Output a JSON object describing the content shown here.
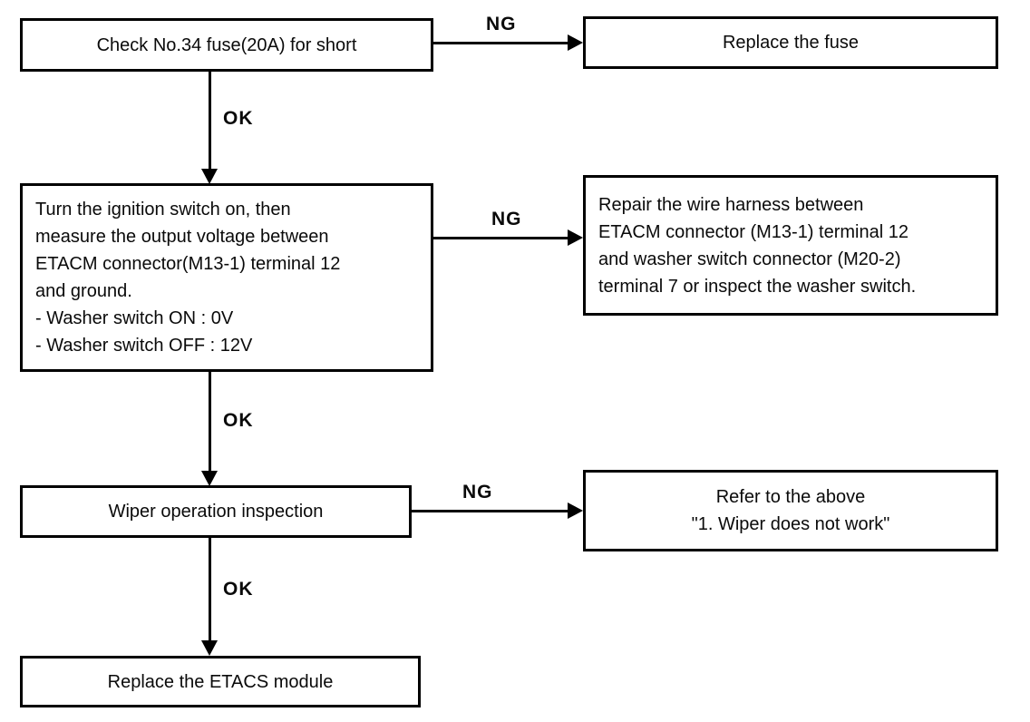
{
  "flowchart": {
    "type": "troubleshooting-flowchart",
    "colors": {
      "background": "#ffffff",
      "line": "#000000",
      "box_fill": "#ffffff",
      "text": "#0a0a0a"
    },
    "left_column": [
      {
        "id": "check-fuse",
        "text": "Check No.34 fuse(20A) for short"
      },
      {
        "id": "measure-voltage",
        "text": "Turn the ignition switch on, then\nmeasure the output voltage between\nETACM connector(M13-1) terminal 12\nand ground.\n- Washer switch ON : 0V\n- Washer switch OFF : 12V"
      },
      {
        "id": "wiper-inspection",
        "text": "Wiper operation inspection"
      },
      {
        "id": "replace-etacs",
        "text": "Replace the ETACS module"
      }
    ],
    "right_column": [
      {
        "id": "replace-fuse",
        "text": "Replace the fuse"
      },
      {
        "id": "repair-harness",
        "text": "Repair the wire harness between\nETACM connector (M13-1) terminal 12\nand washer switch connector (M20-2)\nterminal 7 or inspect the washer switch."
      },
      {
        "id": "refer-above",
        "text": "Refer to the above\n\"1. Wiper does not work\""
      }
    ],
    "connectors": [
      {
        "from": "check-fuse",
        "to": "replace-fuse",
        "direction": "right",
        "label": "NG"
      },
      {
        "from": "check-fuse",
        "to": "measure-voltage",
        "direction": "down",
        "label": "OK"
      },
      {
        "from": "measure-voltage",
        "to": "repair-harness",
        "direction": "right",
        "label": "NG"
      },
      {
        "from": "measure-voltage",
        "to": "wiper-inspection",
        "direction": "down",
        "label": "OK"
      },
      {
        "from": "wiper-inspection",
        "to": "refer-above",
        "direction": "right",
        "label": "NG"
      },
      {
        "from": "wiper-inspection",
        "to": "replace-etacs",
        "direction": "down",
        "label": "OK"
      }
    ]
  }
}
